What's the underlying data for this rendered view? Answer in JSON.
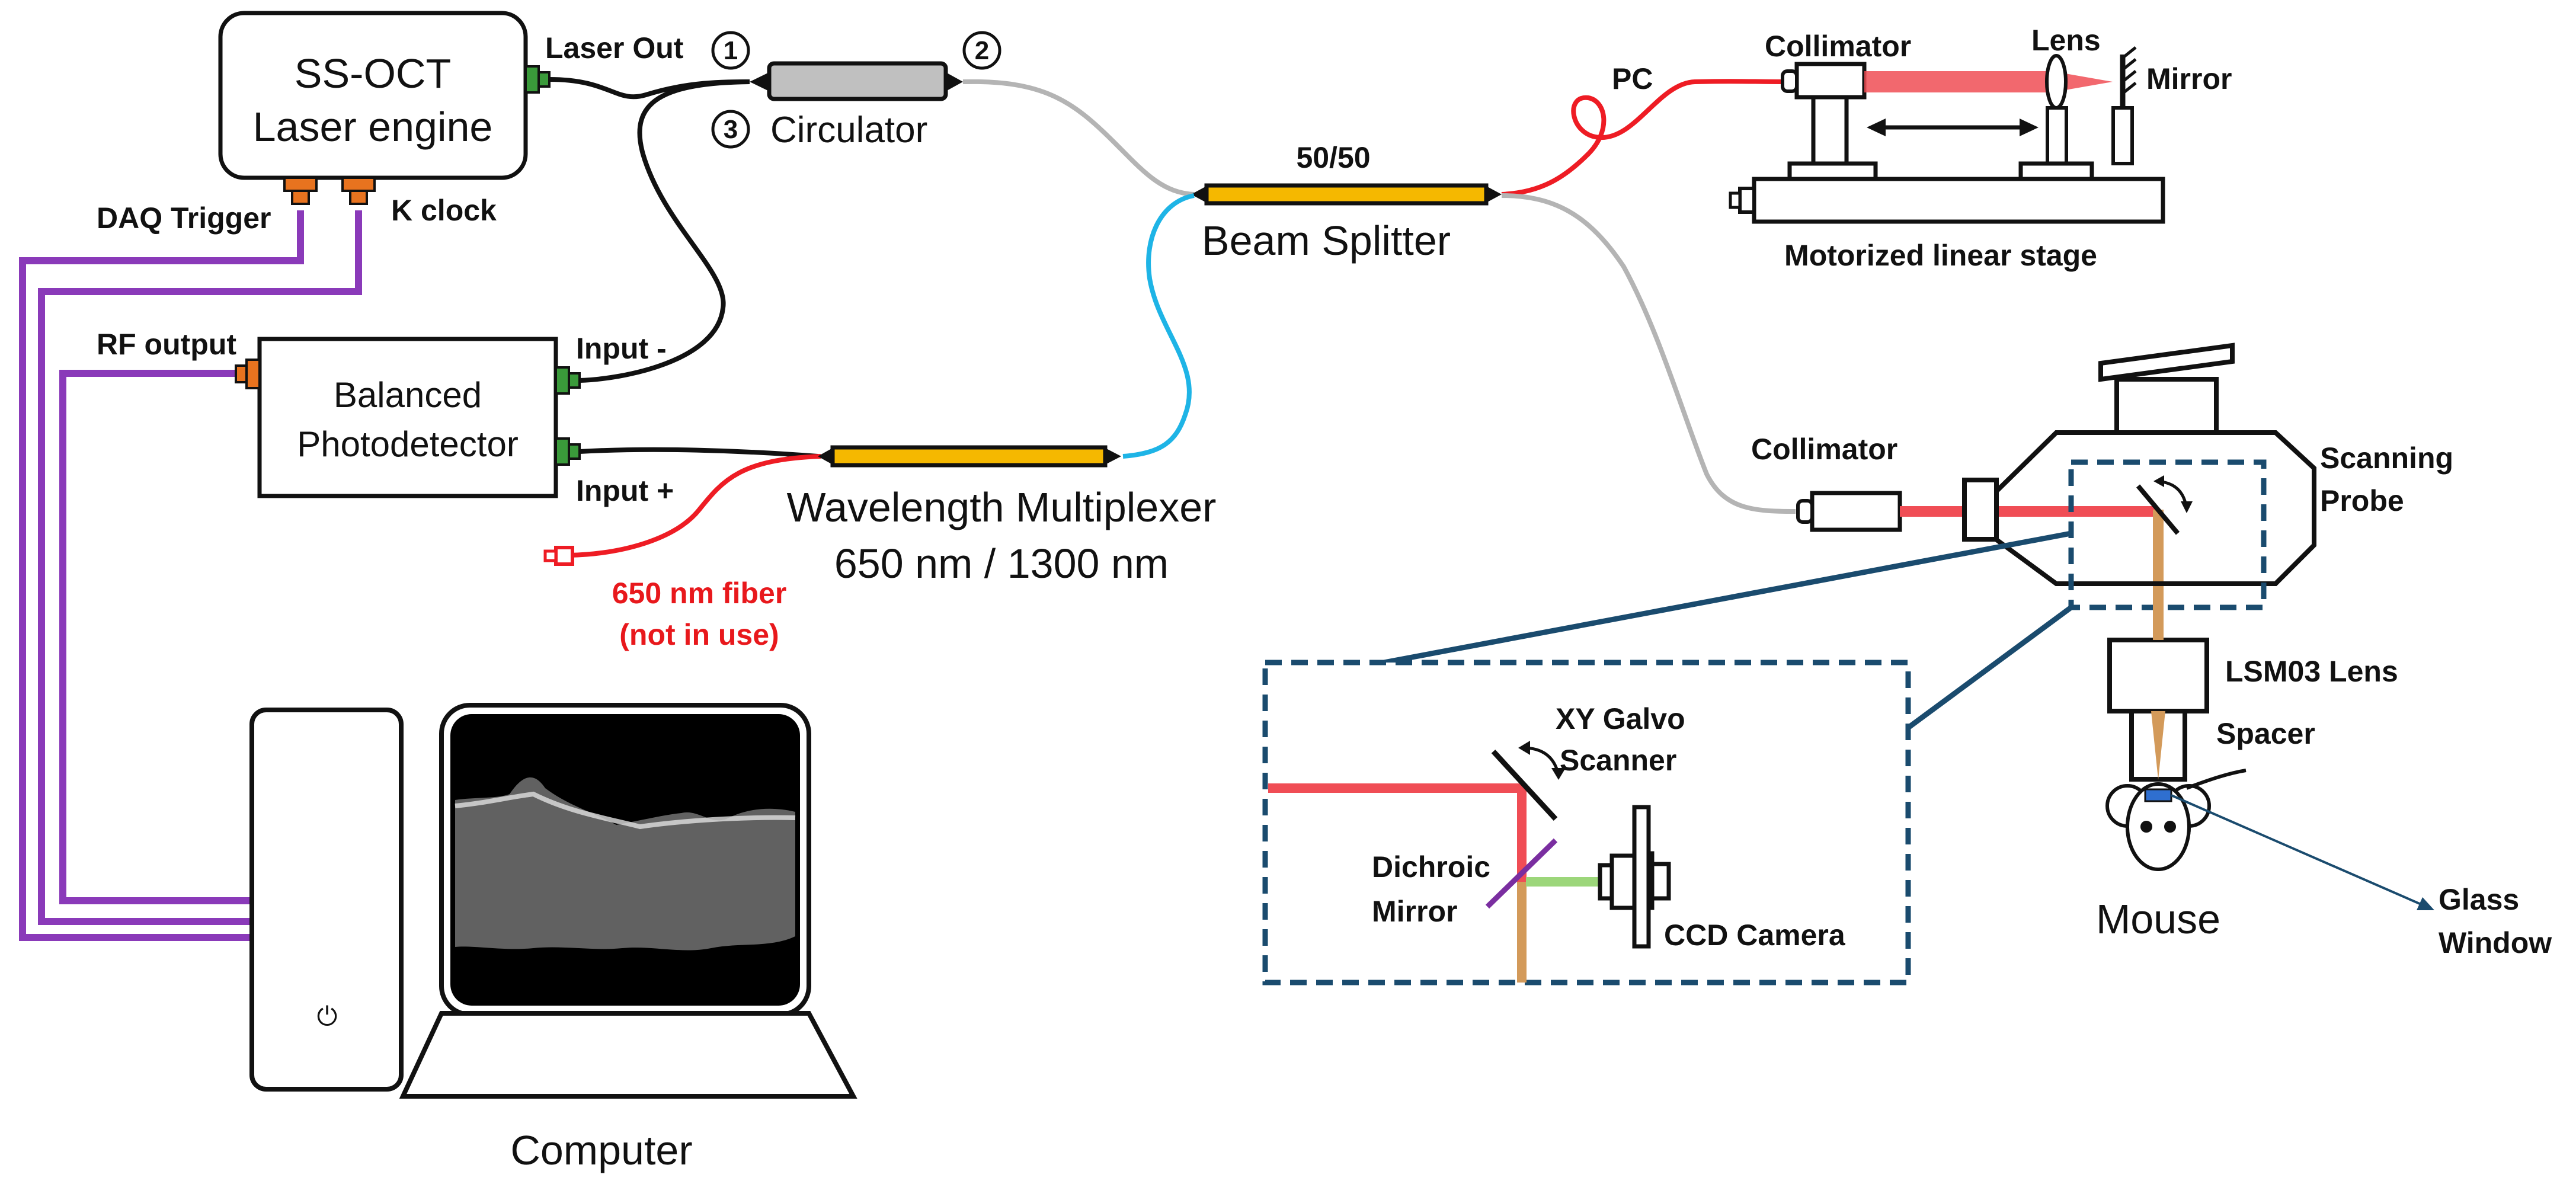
{
  "colors": {
    "laser_red": "#f04d55",
    "fiber_red": "#ee1c24",
    "fiber_gray": "#b4b4b4",
    "fiber_blue": "#1eb4e6",
    "trigger_purple": "#8a3ab9",
    "coupler_yellow": "#f5b800",
    "box_blue": "#1a4b6e",
    "connector_green": "#3a9a3a",
    "connector_orange": "#e8731f",
    "orange_beam": "#d39a5a",
    "green_beam": "#9cd67a"
  },
  "labels": {
    "laser_engine_1": "SS-OCT",
    "laser_engine_2": "Laser engine",
    "laser_out": "Laser Out",
    "daq_trigger": "DAQ Trigger",
    "k_clock": "K clock",
    "rf_output": "RF output",
    "balanced_1": "Balanced",
    "balanced_2": "Photodetector",
    "input_minus": "Input -",
    "input_plus": "Input +",
    "fiber_650_1": "650 nm fiber",
    "fiber_650_2": "(not in use)",
    "circulator": "Circulator",
    "port1": "1",
    "port2": "2",
    "port3": "3",
    "ratio": "50/50",
    "beam_splitter": "Beam Splitter",
    "wdm_1": "Wavelength Multiplexer",
    "wdm_2": "650 nm / 1300 nm",
    "pc": "PC",
    "collimator_ref": "Collimator",
    "lens": "Lens",
    "mirror": "Mirror",
    "stage": "Motorized linear stage",
    "collimator_sample": "Collimator",
    "scanning_1": "Scanning",
    "scanning_2": "Probe",
    "lsm03": "LSM03 Lens",
    "spacer": "Spacer",
    "mouse": "Mouse",
    "glass_1": "Glass",
    "glass_2": "Window",
    "xy_galvo_1": "XY Galvo",
    "xy_galvo_2": "Scanner",
    "dichroic_1": "Dichroic",
    "dichroic_2": "Mirror",
    "ccd": "CCD Camera",
    "computer": "Computer",
    "power_symbol": "⏻"
  }
}
